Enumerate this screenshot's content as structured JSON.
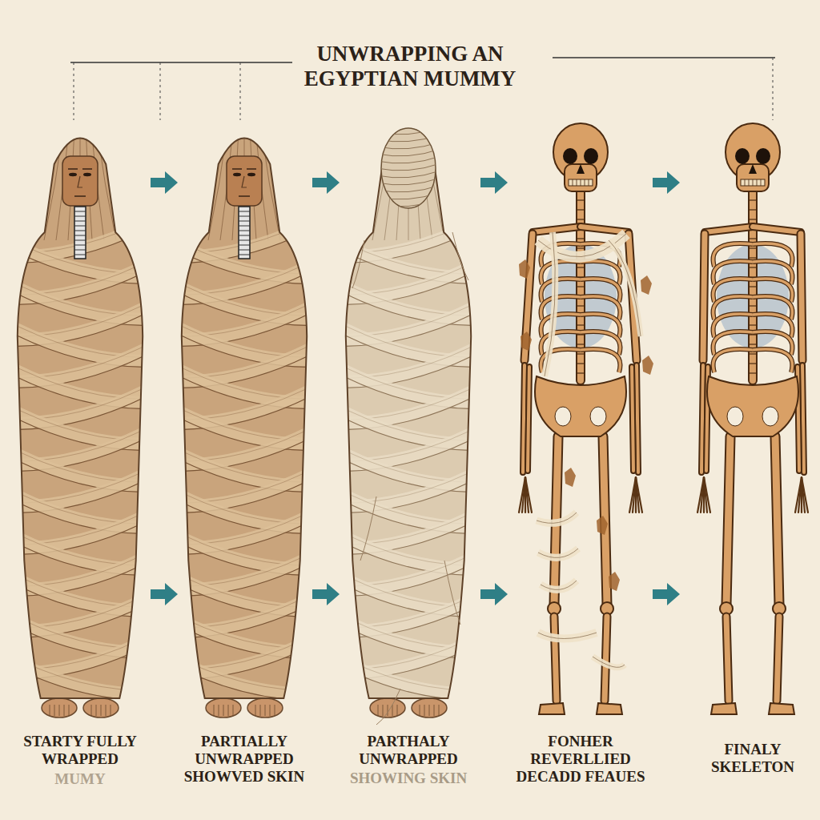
{
  "diagram": {
    "title": "UNWRAPPING AN EGYPTIAN MUMMY",
    "labels": [
      "STARTY FULLY WRAPPED",
      "MUMY",
      "PARTIALLY UNWRAPPED SHOWVED SKIN",
      "PARTHALY UNWRAPPED",
      "SHOWING SKIN",
      "FONHER REVERLLIED DECADD FEAUES",
      "FINALY SKELETON"
    ]
  }
}
